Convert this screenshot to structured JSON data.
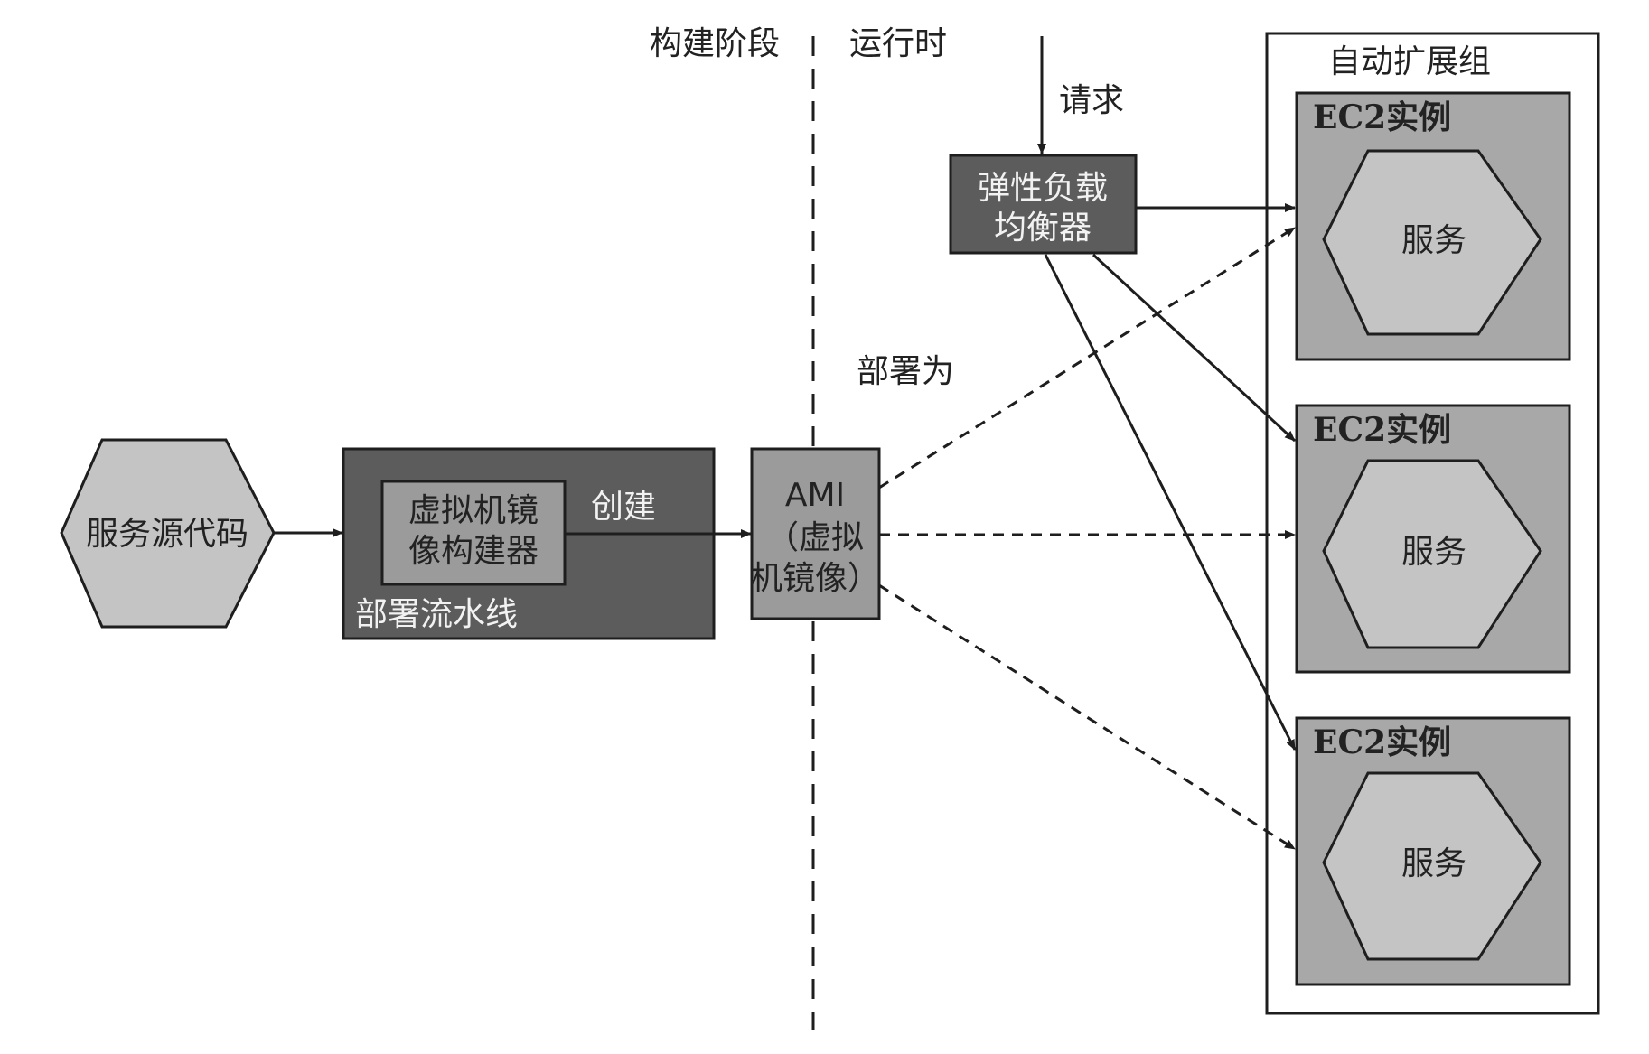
{
  "phases": {
    "build": "构建阶段",
    "runtime": "运行时"
  },
  "source": {
    "label": "服务源代码"
  },
  "pipeline": {
    "label": "部署流水线",
    "builder_line1": "虚拟机镜",
    "builder_line2": "像构建器",
    "create_label": "创建"
  },
  "ami": {
    "line1": "AMI",
    "line2": "（虚拟",
    "line3": "机镜像）"
  },
  "deploy_label": "部署为",
  "request_label": "请求",
  "elb": {
    "line1": "弹性负载",
    "line2": "均衡器"
  },
  "asg": {
    "title": "自动扩展组",
    "instances": [
      {
        "title": "EC2实例",
        "service": "服务"
      },
      {
        "title": "EC2实例",
        "service": "服务"
      },
      {
        "title": "EC2实例",
        "service": "服务"
      }
    ]
  },
  "colors": {
    "dark_box": "#5c5c5c",
    "light_box": "#9b9b9b",
    "instance_box": "#a8a8a8",
    "hexagon": "#c4c4c4",
    "line": "#1e1e1e"
  }
}
